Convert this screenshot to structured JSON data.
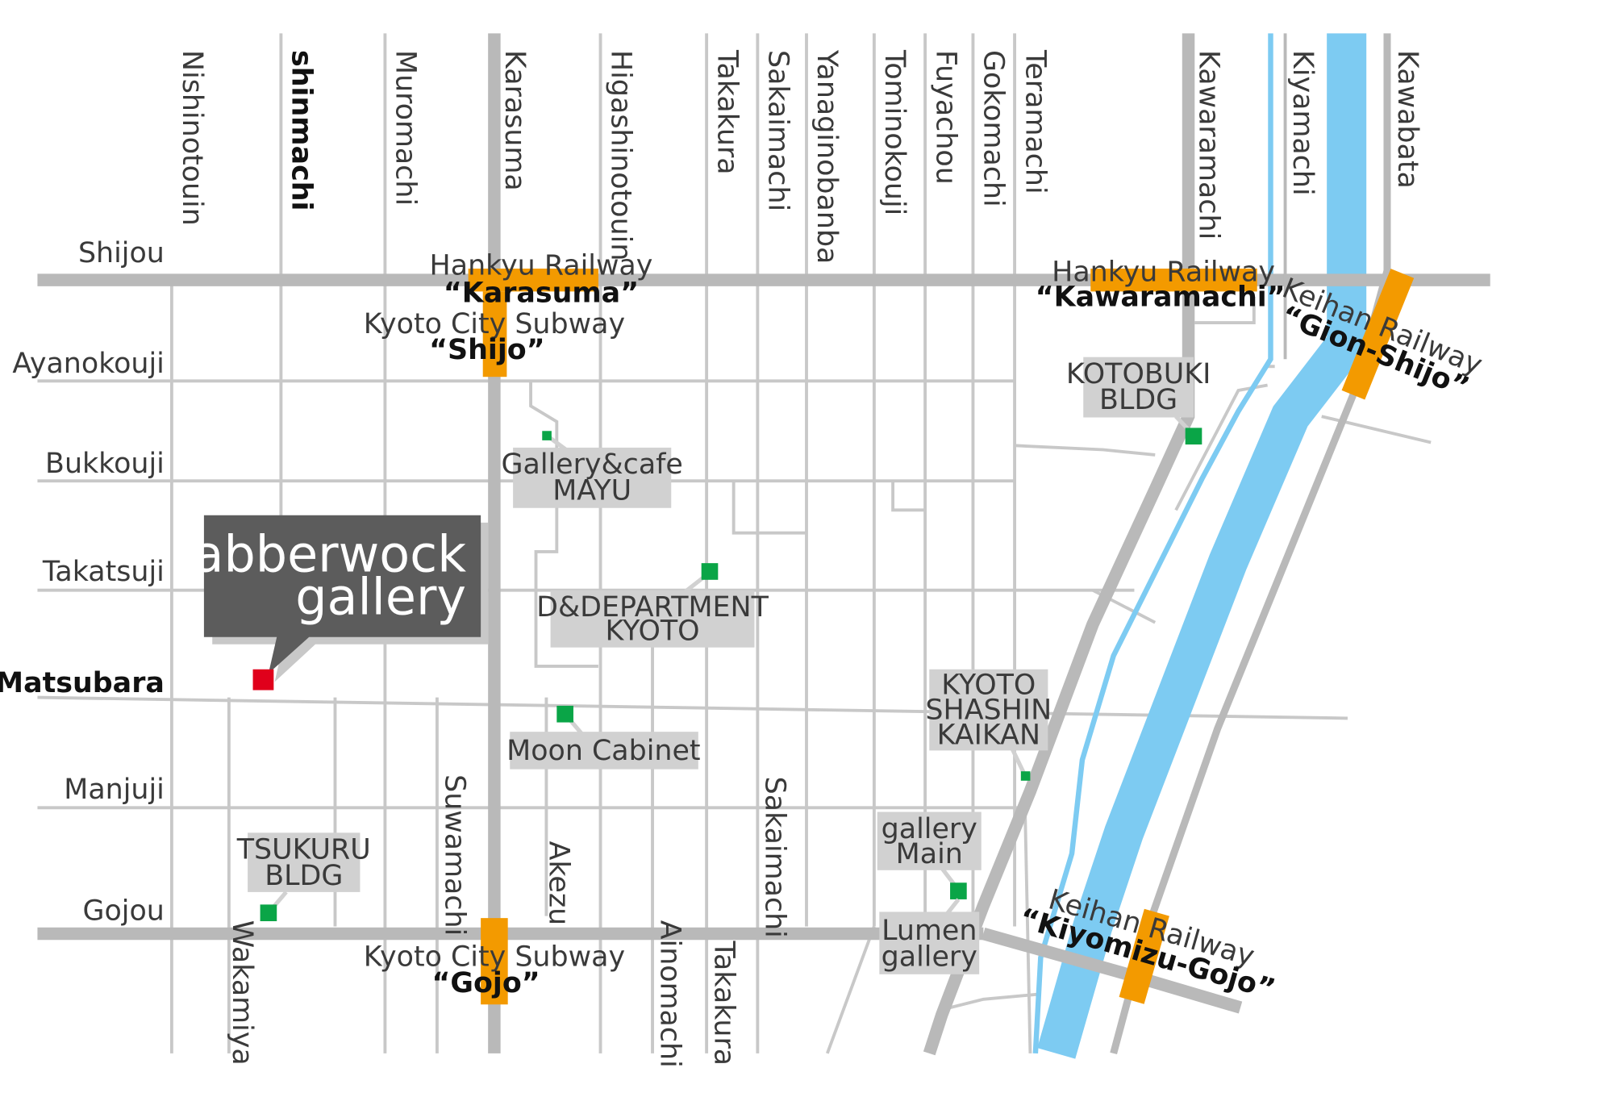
{
  "colors": {
    "road_major": "#b9b9b9",
    "road_minor": "#c8c8c8",
    "river": "#7dcbf2",
    "station": "#f39a00",
    "venue_marker": "#0aa547",
    "gallery_marker": "#e0001b",
    "label_box": "#d1d1d1",
    "callout": "#5c5c5c"
  },
  "streets": {
    "nishinotouin": "Nishinotouin",
    "shinmachi": "shinmachi",
    "muromachi": "Muromachi",
    "karasuma": "Karasuma",
    "higashinotouin": "Higashinotouin",
    "takakura": "Takakura",
    "sakaimachi": "Sakaimachi",
    "yanaginobanba": "Yanaginobanba",
    "tominokouji": "Tominokouji",
    "fuyachou": "Fuyachou",
    "gokomachi": "Gokomachi",
    "teramachi": "Teramachi",
    "kawaramachi": "Kawaramachi",
    "kiyamachi": "Kiyamachi",
    "kawabata": "Kawabata",
    "suwamachi": "Suwamachi",
    "akezu": "Akezu",
    "sakaimachi_south": "Sakaimachi",
    "ainomachi": "Ainomachi",
    "takakura_south": "Takakura",
    "wakamiya": "Wakamiya",
    "shijou": "Shijou",
    "ayanokouji": "Ayanokouji",
    "bukkouji": "Bukkouji",
    "takatsuji": "Takatsuji",
    "matsubara": "Matsubara",
    "manjuji": "Manjuji",
    "gojou": "Gojou"
  },
  "stations": {
    "hankyu_karasuma": {
      "line": "Hankyu Railway",
      "name": "“Karasuma”"
    },
    "subway_shijo": {
      "line": "Kyoto City Subway",
      "name": "“Shijo”"
    },
    "hankyu_kawaramachi": {
      "line": "Hankyu Railway",
      "name": "“Kawaramachi”"
    },
    "keihan_gion": {
      "line": "Keihan Railway",
      "name": "“Gion-Shijo”"
    },
    "subway_gojo": {
      "line": "Kyoto City Subway",
      "name": "“Gojo”"
    },
    "keihan_kiyomizu": {
      "line": "Keihan Railway",
      "name": "“Kiyomizu-Gojo”"
    }
  },
  "venues": {
    "mayu": {
      "line1": "Gallery&cafe",
      "line2": "MAYU"
    },
    "kotobuki": {
      "line1": "KOTOBUKI",
      "line2": "BLDG"
    },
    "d_department": {
      "line1": "D&DEPARTMENT",
      "line2": "KYOTO"
    },
    "moon": {
      "line1": "Moon Cabinet"
    },
    "shashin": {
      "line1": "KYOTO",
      "line2": "SHASHIN",
      "line3": "KAIKAN"
    },
    "tsukuru": {
      "line1": "TSUKURU",
      "line2": "BLDG"
    },
    "gallery_main": {
      "line1": "gallery",
      "line2": "Main"
    },
    "lumen": {
      "line1": "Lumen",
      "line2": "gallery"
    }
  },
  "callout": {
    "line1": "Jabberwock",
    "line2": "gallery"
  }
}
